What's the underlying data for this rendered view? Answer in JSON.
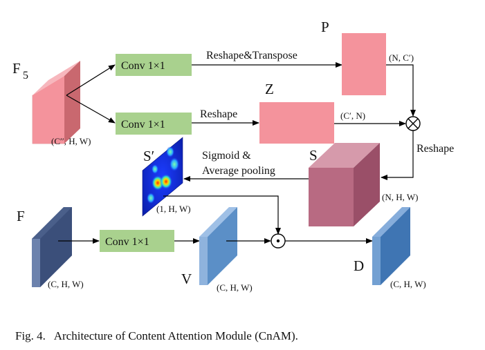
{
  "labels": {
    "f5": "F",
    "f5_sub": "5",
    "p": "P",
    "z": "Z",
    "s_prime": "S′",
    "s": "S",
    "f": "F",
    "v": "V",
    "d": "D"
  },
  "convs": {
    "top": "Conv 1×1",
    "mid": "Conv 1×1",
    "bottom": "Conv 1×1"
  },
  "operations": {
    "reshape_transpose": "Reshape&Transpose",
    "reshape": "Reshape",
    "reshape_right": "Reshape",
    "sigmoid_1": "Sigmoid &",
    "sigmoid_2": "Average pooling"
  },
  "dims": {
    "f5": "(C′′, H, W)",
    "p": "(N, C′)",
    "z": "(C′, N)",
    "s": "(N, H, W)",
    "s_prime": "(1, H, W)",
    "f": "(C, H, W)",
    "v": "(C, H, W)",
    "d": "(C, H, W)"
  },
  "symbols": {
    "matmul": "⊗",
    "elementwise": "⊙"
  },
  "caption": "Fig. 4.   Architecture of Content Attention Module (CnAM).",
  "colors": {
    "pink": "#f4939c",
    "conv_green": "#a9d18e",
    "blue_dark": "#4a5f8a",
    "blue_light": "#5b8fc7",
    "s_box": "#b86a82"
  }
}
